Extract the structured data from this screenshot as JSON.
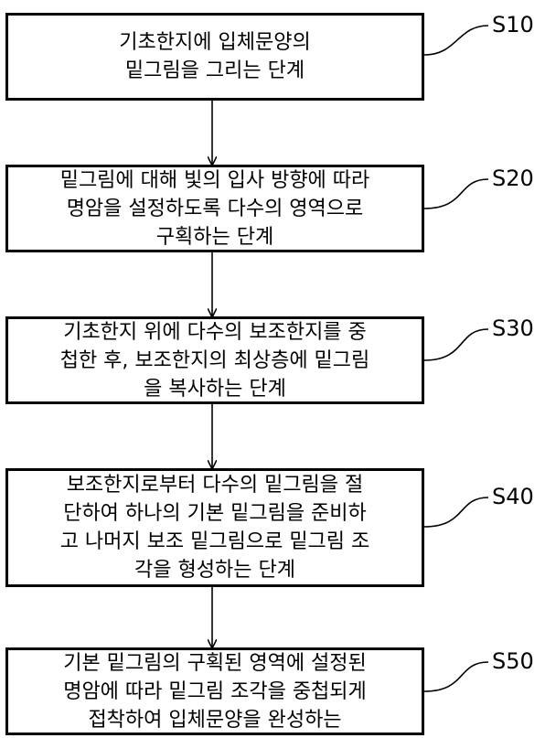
{
  "steps": [
    {
      "label": "S10",
      "lines": [
        "기초한지에 입체문양의",
        "밑그림을 그리는 단계"
      ]
    },
    {
      "label": "S20",
      "lines": [
        "밑그림에 대해 빛의 입사 방향에 따라",
        "명암을 설정하도록 다수의 영역으로",
        "구획하는 단계"
      ]
    },
    {
      "label": "S30",
      "lines": [
        "기초한지 위에 다수의 보조한지를 중",
        "첩한 후, 보조한지의 최상층에 밑그림",
        "을 복사하는 단계"
      ]
    },
    {
      "label": "S40",
      "lines": [
        "보조한지로부터 다수의 밑그림을 절",
        "단하여 하나의 기본 밑그림을 준비하",
        "고 나머지 보조 밑그림으로 밑그림 조",
        "각을 형성하는 단계"
      ]
    },
    {
      "label": "S50",
      "lines": [
        "기본 밑그림의 구획된 영역에 설정된",
        "명암에 따라 밑그림 조각을 중첩되게",
        "접착하여 입체문양을 완성하는"
      ]
    }
  ],
  "colors": {
    "stroke": "#000000",
    "background": "#ffffff"
  }
}
